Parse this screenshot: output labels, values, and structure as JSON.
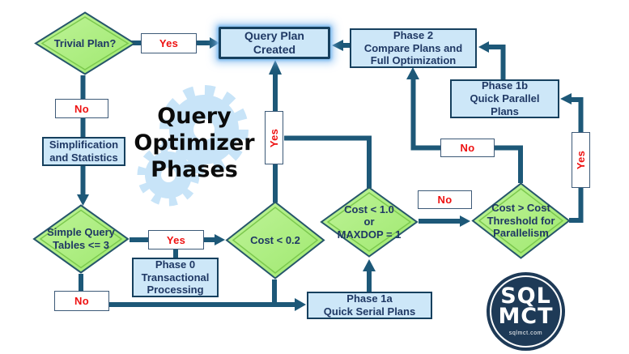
{
  "title": {
    "text": "Query\nOptimizer\nPhases"
  },
  "nodes": {
    "trivial": {
      "label": "Trivial Plan?"
    },
    "created": {
      "label": "Query Plan\nCreated"
    },
    "simplification": {
      "label": "Simplification\nand Statistics"
    },
    "simple_query": {
      "label": "Simple Query\nTables <= 3"
    },
    "phase0": {
      "label": "Phase 0\nTransactional\nProcessing"
    },
    "cost02": {
      "label": "Cost < 0.2"
    },
    "phase1a": {
      "label": "Phase 1a\nQuick Serial Plans"
    },
    "cost10": {
      "label": "Cost < 1.0\nor\nMAXDOP = 1"
    },
    "threshold": {
      "label": "Cost > Cost\nThreshold for\nParallelism"
    },
    "phase1b": {
      "label": "Phase 1b\nQuick Parallel\nPlans"
    },
    "phase2": {
      "label": "Phase 2\nCompare Plans and\nFull Optimization"
    }
  },
  "edge_labels": {
    "trivial_yes": "Yes",
    "trivial_no": "No",
    "simple_yes": "Yes",
    "simple_no": "No",
    "cost02_yes": "Yes",
    "cost10_no": "No",
    "threshold_no": "No",
    "threshold_yes": "Yes"
  },
  "logo": {
    "top": "SQL",
    "bottom": "MCT",
    "site": "sqlmct.com"
  },
  "colors": {
    "connector": "#1d5878",
    "diamond_fill": "#a9ee7d",
    "diamond_inner_line": "#7cc94e",
    "diamond_border": "#26566b",
    "process_fill": "#cde7f8",
    "process_border": "#16405e",
    "text_navy": "#1f3864",
    "label_red": "#ee1111",
    "gear_blue": "#c8e4f8",
    "logo_navy": "#1e3a57"
  }
}
